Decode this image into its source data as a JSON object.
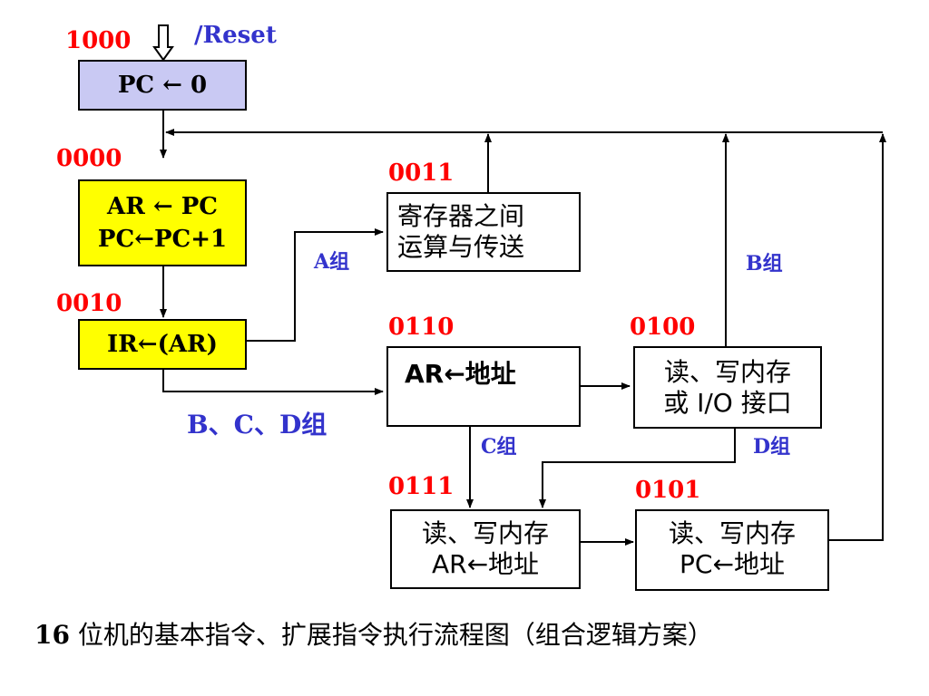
{
  "reset_label": "/Reset",
  "states": {
    "reset": {
      "code": "1000",
      "lines": [
        "PC ← 0"
      ]
    },
    "fetch1": {
      "code": "0000",
      "lines": [
        "AR ← PC",
        "PC←PC+1"
      ]
    },
    "fetch2": {
      "code": "0010",
      "lines": [
        "IR←(AR)"
      ]
    },
    "alu": {
      "code": "0011",
      "lines": [
        "寄存器之间",
        "运算与传送"
      ]
    },
    "addr": {
      "code": "0110",
      "lines": [
        "AR←地址"
      ]
    },
    "mem": {
      "code": "0100",
      "lines": [
        "读、写内存",
        "或 I/O 接口"
      ]
    },
    "memaddr": {
      "code": "0111",
      "lines": [
        "读、写内存",
        "AR←地址"
      ]
    },
    "mempc": {
      "code": "0101",
      "lines": [
        "读、写内存",
        "PC←地址"
      ]
    }
  },
  "groups": {
    "a": "A组",
    "b": "B组",
    "bcd": "B、C、D组",
    "c": "C组",
    "d": "D组"
  },
  "caption": {
    "number": "16",
    "text": " 位机的基本指令、扩展指令执行流程图（组合逻辑方案）"
  }
}
